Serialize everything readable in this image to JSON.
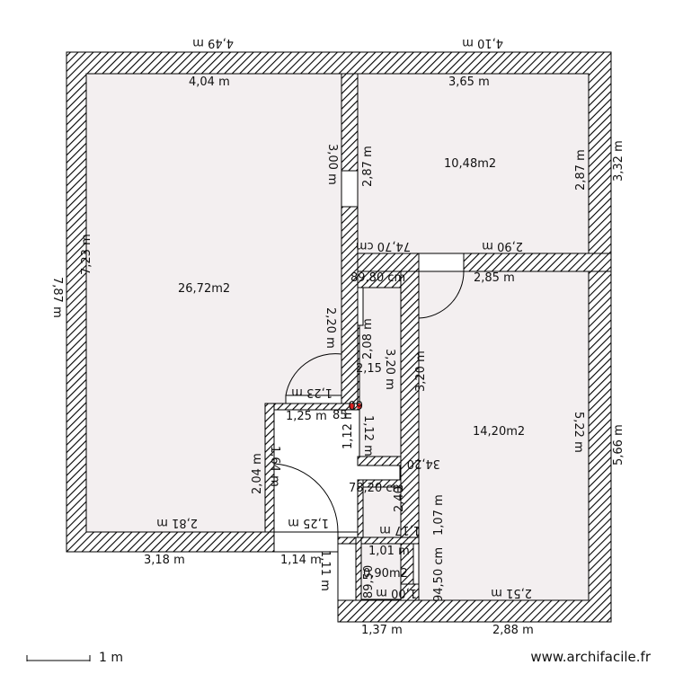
{
  "plan": {
    "rooms": [
      {
        "id": "room-living",
        "area": "26,72m2"
      },
      {
        "id": "room-bedroom",
        "area": "10,48m2"
      },
      {
        "id": "room-large",
        "area": "14,20m2"
      },
      {
        "id": "room-small",
        "area": "0,90m2"
      }
    ],
    "dimensions": {
      "outer_top_left": "4,49 m",
      "outer_top_right": "4,10 m",
      "inner_top_left": "4,04 m",
      "inner_top_right": "3,65 m",
      "outer_left": "7,87 m",
      "inner_left": "7,23 m",
      "outer_right_top": "3,32 m",
      "inner_right_top": "2,87 m",
      "bedroom_left": "2,87 m",
      "wall_3_00": "3,00 m",
      "cm_74_70": "74,70 cm",
      "bedroom_bottom": "2,90 m",
      "cm_89_80": "89,80 cm",
      "right_room_top": "2,85 m",
      "v_2_20": "2,20 m",
      "v_2_08": "2,08 m",
      "h_2_15": "2,15",
      "v_3_20a": "3,20 m",
      "v_3_20b": "3,20 m",
      "h_1_23": "1,23 m",
      "h_1_25a": "1,25 m",
      "v_60": "60",
      "v_85": "85",
      "v_1_12a": "1,12 m",
      "v_1_12b": "1,12 m",
      "right_room_inner": "5,22 m",
      "outer_right_bottom": "5,66 m",
      "left_2_04": "2,04 m",
      "v_1_64": "1,64 m",
      "cm_78_20": "78,20 cm",
      "cm_34_20": "34,20",
      "v_2_40": "2,40",
      "v_1_07": "1,07 m",
      "h_2_81": "2,81 m",
      "h_1_25b": "1,25 m",
      "h_1_17": "1,17 m",
      "outer_bottom_left": "3,18 m",
      "h_1_14": "1,14 m",
      "h_1_01": "1,01 m",
      "cm_94_50": "94,50 cm",
      "v_89_50": "89,50",
      "v_1_11": "1,11 m",
      "h_1_00": "1,00 m",
      "h_2_51": "2,51 m",
      "outer_bottom_mid": "1,37 m",
      "outer_bottom_right": "2,88 m"
    }
  },
  "footer": {
    "scale_label": "1 m",
    "credit": "www.archifacile.fr"
  },
  "colors": {
    "wall_stroke": "#000000",
    "room_fill": "#f3eff0",
    "door_fill": "#ffffff"
  }
}
